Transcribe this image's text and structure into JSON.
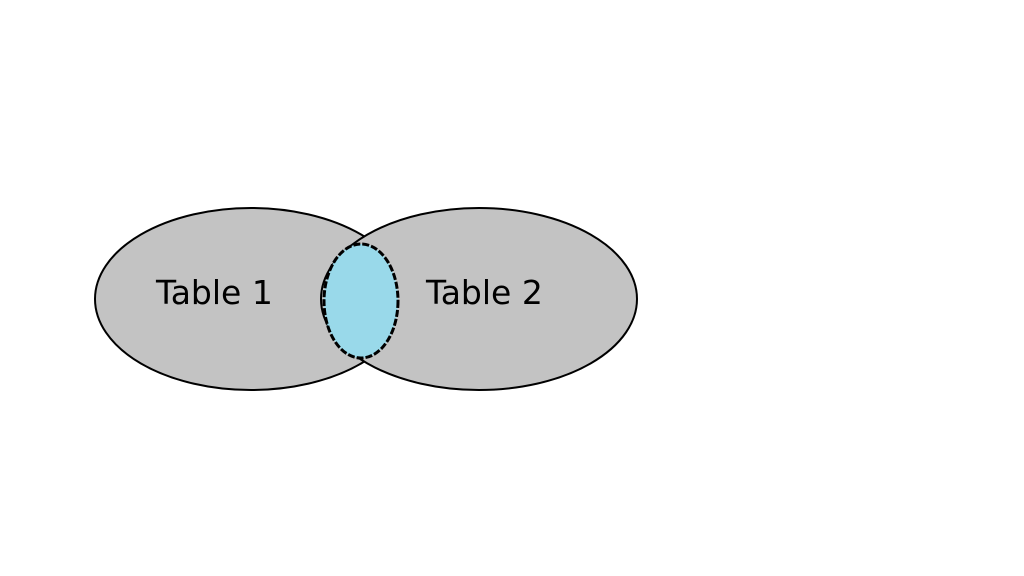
{
  "diagram": {
    "type": "venn",
    "sets": [
      {
        "label": "Table 1",
        "fill": "#c3c3c3"
      },
      {
        "label": "Table 2",
        "fill": "#c3c3c3"
      }
    ],
    "intersection": {
      "fill": "#99d9ea"
    },
    "outline_color": "#000000",
    "background": "#ffffff"
  }
}
